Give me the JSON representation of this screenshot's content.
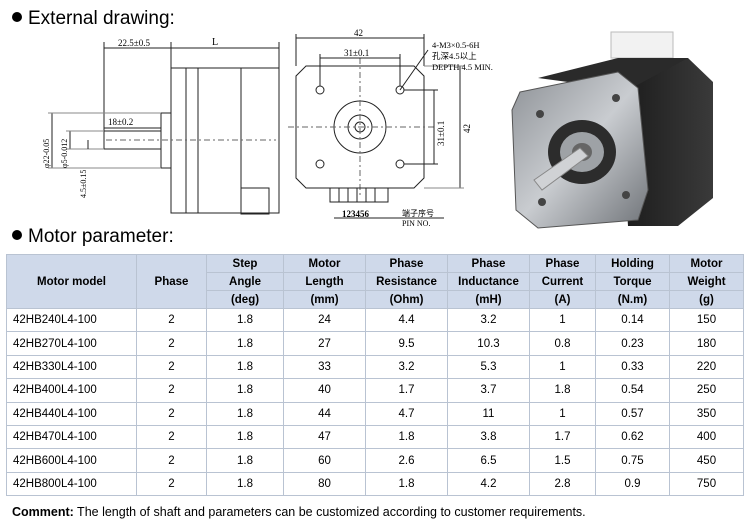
{
  "headings": {
    "external_drawing": "External drawing:",
    "motor_parameter": "Motor parameter:"
  },
  "drawing": {
    "side_view": {
      "dim_22_5": "22.5±0.5",
      "dim_L": "L",
      "dim_18": "18±0.2",
      "dim_phi22": "φ22-0.05",
      "dim_phi5": "φ5-0.012",
      "dim_4_5": "4.5±0.15"
    },
    "front_view": {
      "dim_42_top": "42",
      "dim_31_top": "31±0.1",
      "dim_31_right": "31±0.1",
      "dim_42_right": "42",
      "screw_note_1": "4-M3×0.5-6H",
      "screw_note_2": "孔深4.5以上",
      "screw_note_3": "DEPTH 4.5 MIN.",
      "pin_numbers": "123456",
      "pin_label_cn": "端子序号",
      "pin_label_en": "PIN NO."
    }
  },
  "table": {
    "headers": [
      [
        "Motor model"
      ],
      [
        "Phase"
      ],
      [
        "Step",
        "Angle",
        "(deg)"
      ],
      [
        "Motor",
        "Length",
        "(mm)"
      ],
      [
        "Phase",
        "Resistance",
        "(Ohm)"
      ],
      [
        "Phase",
        "Inductance",
        "(mH)"
      ],
      [
        "Phase",
        "Current",
        "(A)"
      ],
      [
        "Holding",
        "Torque",
        "(N.m)"
      ],
      [
        "Motor",
        "Weight",
        "(g)"
      ]
    ],
    "rows": [
      [
        "42HB240L4-100",
        "2",
        "1.8",
        "24",
        "4.4",
        "3.2",
        "1",
        "0.14",
        "150"
      ],
      [
        "42HB270L4-100",
        "2",
        "1.8",
        "27",
        "9.5",
        "10.3",
        "0.8",
        "0.23",
        "180"
      ],
      [
        "42HB330L4-100",
        "2",
        "1.8",
        "33",
        "3.2",
        "5.3",
        "1",
        "0.33",
        "220"
      ],
      [
        "42HB400L4-100",
        "2",
        "1.8",
        "40",
        "1.7",
        "3.7",
        "1.8",
        "0.54",
        "250"
      ],
      [
        "42HB440L4-100",
        "2",
        "1.8",
        "44",
        "4.7",
        "11",
        "1",
        "0.57",
        "350"
      ],
      [
        "42HB470L4-100",
        "2",
        "1.8",
        "47",
        "1.8",
        "3.8",
        "1.7",
        "0.62",
        "400"
      ],
      [
        "42HB600L4-100",
        "2",
        "1.8",
        "60",
        "2.6",
        "6.5",
        "1.5",
        "0.75",
        "450"
      ],
      [
        "42HB800L4-100",
        "2",
        "1.8",
        "80",
        "1.8",
        "4.2",
        "2.8",
        "0.9",
        "750"
      ]
    ]
  },
  "comment": {
    "label": "Comment:",
    "text": " The length of shaft and parameters can be customized according to customer requirements."
  },
  "colors": {
    "header_bg": "#cfd9ea",
    "border": "#b9c3d2"
  }
}
